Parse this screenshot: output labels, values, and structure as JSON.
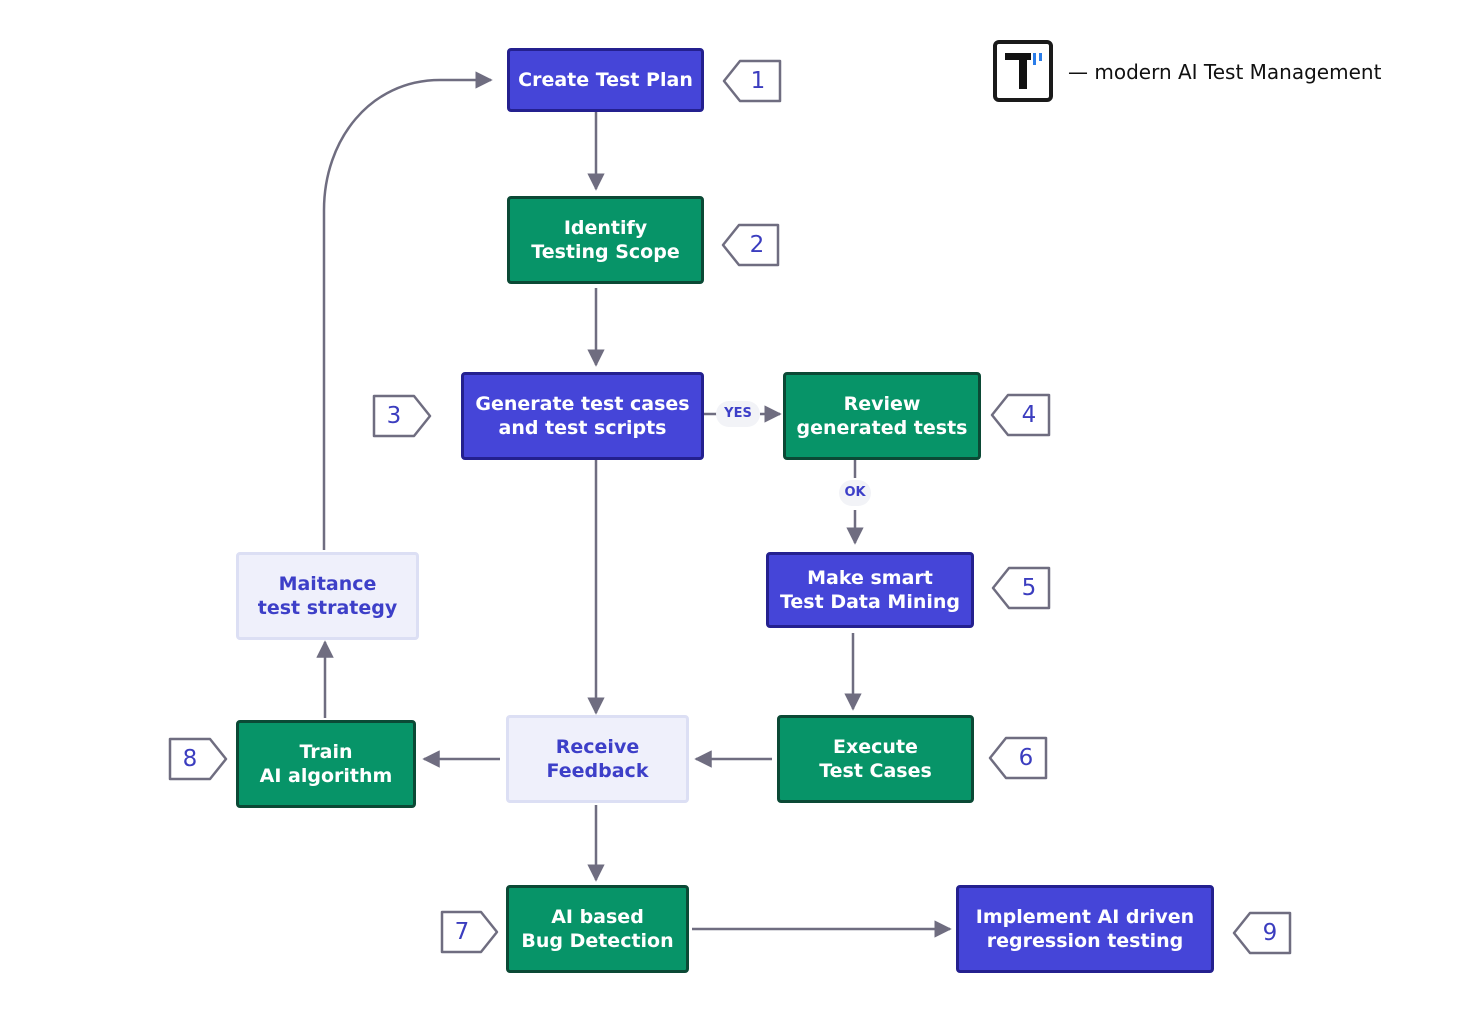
{
  "logo": {
    "tagline": "— modern AI Test Management"
  },
  "nodes": {
    "create_test_plan": {
      "lines": [
        "Create Test Plan"
      ]
    },
    "identify_scope": {
      "lines": [
        "Identify",
        "Testing Scope"
      ]
    },
    "generate_tests": {
      "lines": [
        "Generate test cases",
        "and test scripts"
      ]
    },
    "review_tests": {
      "lines": [
        "Review",
        "generated tests"
      ]
    },
    "test_data_mining": {
      "lines": [
        "Make smart",
        "Test Data Mining"
      ]
    },
    "execute_tests": {
      "lines": [
        "Execute",
        "Test Cases"
      ]
    },
    "receive_feedback": {
      "lines": [
        "Receive",
        "Feedback"
      ]
    },
    "train_ai": {
      "lines": [
        "Train",
        "AI algorithm"
      ]
    },
    "maintenance": {
      "lines": [
        "Maitance",
        "test strategy"
      ]
    },
    "bug_detection": {
      "lines": [
        "AI based",
        "Bug Detection"
      ]
    },
    "regression": {
      "lines": [
        "Implement AI driven",
        "regression testing"
      ]
    }
  },
  "step_tags": {
    "s1": "1",
    "s2": "2",
    "s3": "3",
    "s4": "4",
    "s5": "5",
    "s6": "6",
    "s7": "7",
    "s8": "8",
    "s9": "9"
  },
  "edge_labels": {
    "yes": "YES",
    "ok": "OK"
  },
  "colors": {
    "blue": "#4545d8",
    "green": "#079468",
    "light": "#eff0fb",
    "connector": "#6f6d80",
    "tag_text": "#3b3dbf"
  }
}
